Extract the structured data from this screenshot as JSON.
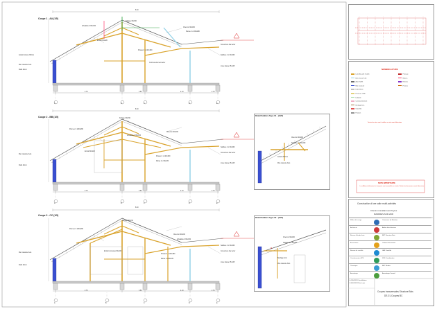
{
  "sections": [
    {
      "id": "coupe1",
      "title": "Coupe 1 - AA (1/5)",
      "labels": [
        "Faîtage 30x150",
        "Chevron 60x180",
        "Panne 2 x 200x280",
        "Arbalétrier 150x150",
        "Entrait 60x220",
        "Poteau 2 x 120x180",
        "Contreventement acier",
        "Sablière 2 x 60x260",
        "Lisse basse 45x145",
        "Dalle béton",
        "Mur ossature bois",
        "Couverture bac acier",
        "Isolant toiture 200mm"
      ],
      "axis_marks": [
        "A",
        "B",
        "C",
        "D",
        "E"
      ],
      "dims": [
        "8.20",
        "2.75",
        "3.50",
        "4.10",
        "2.70"
      ]
    },
    {
      "id": "coupe2",
      "title": "Coupe 2 - BB (1/5)",
      "labels": [
        "Faîtage 30x150",
        "Chevron 60x180",
        "Panne 2 x 200x280",
        "Arbalétrier 150x150",
        "Entrait 60x220",
        "Poteau 2 x 120x180",
        "Moise 2 x 60x180",
        "Sablière 2 x 60x260",
        "Lisse basse 45x145",
        "Dalle béton",
        "Mur ossature bois",
        "Couverture bac acier"
      ],
      "axis_marks": [
        "A",
        "B",
        "C",
        "D",
        "E"
      ],
      "dims": [
        "8.20",
        "2.75",
        "3.50",
        "4.10",
        "2.70"
      ]
    },
    {
      "id": "coupe3",
      "title": "Coupe 3 - CC (1/5)",
      "labels": [
        "Faîtage 30x150",
        "Chevron 60x180",
        "Panne 2 x 200x280",
        "Arbalétrier 150x150",
        "Entrait retroussé 60x220",
        "Poteau 2 x 120x180",
        "Moise 2 x 60x180",
        "Sablière 2 x 60x260",
        "Lisse basse 45x145",
        "Dalle béton",
        "Mur ossature bois",
        "Couverture bac acier"
      ],
      "axis_marks": [
        "A",
        "B",
        "C",
        "D",
        "E"
      ],
      "dims": [
        "8.20",
        "2.75",
        "3.50",
        "4.10",
        "2.70"
      ]
    }
  ],
  "details": [
    {
      "title": "Détail Sablière Type 01 - (1/20)",
      "labels": [
        "Chevron 60x180",
        "Sablière 2 x 60x260",
        "Isolant 200mm",
        "Mur ossature bois"
      ]
    },
    {
      "title": "Détail Sablière Type 02 - (1/20)",
      "labels": [
        "Chevron 60x180",
        "Sablière 2 x 60x260",
        "Bardage bois",
        "Mur ossature bois"
      ]
    }
  ],
  "legend": {
    "title": "NOMENCLATURE",
    "left": [
      {
        "color": "#d9a22a",
        "text": "Lamellé-collé GL24h"
      },
      {
        "color": "#8fd0e6",
        "text": "Bois massif C24"
      },
      {
        "color": "#6b6b6b",
        "text": "Acier S235"
      },
      {
        "color": "#3a4fd0",
        "text": "Mur ossature"
      },
      {
        "color": "#c0c0c0",
        "text": "Dalle béton"
      },
      {
        "color": "#e3d27a",
        "text": "Panneau OSB"
      },
      {
        "color": "#aee0b0",
        "text": "Isolation"
      },
      {
        "color": "#f0b0c8",
        "text": "Contreventement"
      },
      {
        "color": "#a07040",
        "text": "Bardage bois"
      },
      {
        "color": "#e05050",
        "text": "Chevêtre"
      },
      {
        "color": "#909090",
        "text": "Fixation"
      }
    ],
    "right": [
      {
        "color": "#c03030",
        "text": "Poteaux"
      },
      {
        "color": "#ff3366",
        "text": "Moises"
      },
      {
        "color": "#8833cc",
        "text": "Entraits"
      },
      {
        "color": "#cc6600",
        "text": "Pannes"
      }
    ],
    "note": "Toutes les cotes sont à vérifier sur site avant fabrication"
  },
  "warning": {
    "title": "NOTE IMPORTANTE",
    "text": "Les différents éléments de charpente sont assemblés en atelier. Vérifier les dimensions avant fabrication."
  },
  "title_block": {
    "project": "Construction d'une salle multi-activités",
    "address_1": "Chemin rural allant aux Peyres",
    "address_2": "MANDRES-SUR-VAIR",
    "rows": [
      {
        "role": "Maître d'ouvrage",
        "name": "Commune de Mandres",
        "logo": "#2f6db5"
      },
      {
        "role": "Architecte",
        "name": "Atelier d'architecture",
        "logo": "#ce3a3a"
      },
      {
        "role": "Bureau d'études bois",
        "name": "BET Structure Bois",
        "logo": "#7fa534"
      },
      {
        "role": "Économiste",
        "name": "Cabinet d'économie",
        "logo": "#e4a11b"
      },
      {
        "role": "Bureau de contrôle",
        "name": "LAN Contrôle",
        "logo": "#1e8bd2"
      },
      {
        "role": "Coordonnateur SPS",
        "name": "SPS Coordination",
        "logo": "#2e9c5a"
      },
      {
        "role": "Thermique",
        "name": "BET Fluides",
        "logo": "#3a9dd4"
      },
      {
        "role": "Acoustique",
        "name": "Acoustique Conseil",
        "logo": "#4c9d3e"
      }
    ],
    "revisions": [
      {
        "ind": "A",
        "date": "12/04/2021",
        "obj": "1ère diffusion"
      },
      {
        "ind": "B",
        "date": "03/06/2021",
        "obj": "Mise à jour"
      }
    ],
    "sheet_title": "Coupes transversales Structure Bois",
    "sheet_ref": "DE-01-Coupes BC"
  }
}
